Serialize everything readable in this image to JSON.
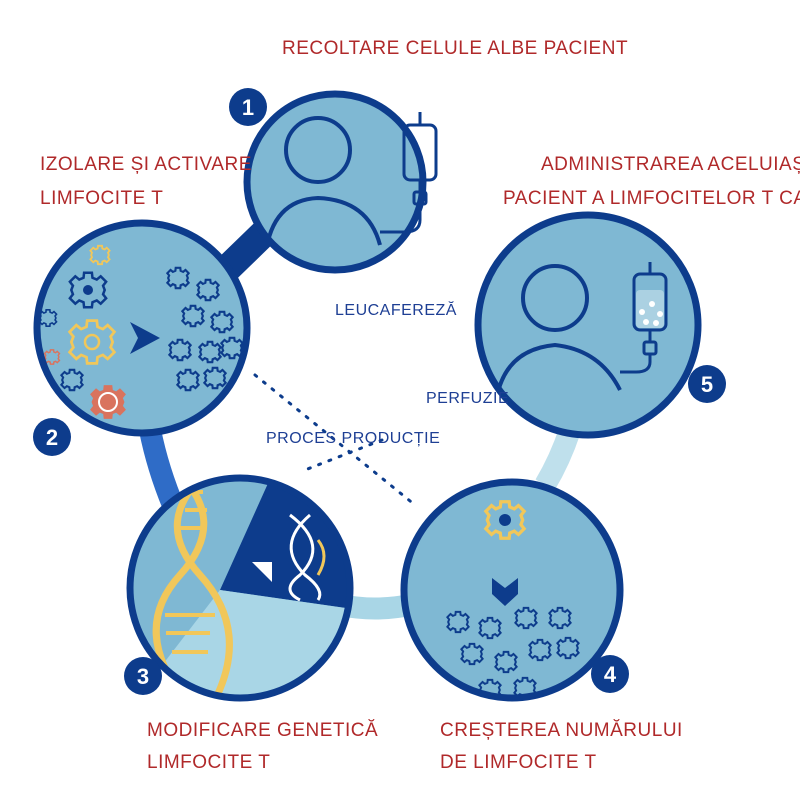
{
  "colors": {
    "navy": "#0d3c8c",
    "light_blue": "#7fb8d3",
    "pale_blue": "#a9d6e6",
    "mid_blue": "#2f6cc7",
    "red": "#b0292a",
    "yellow": "#f1c75a",
    "coral": "#d9735e"
  },
  "steps": [
    {
      "number": "1",
      "title": "RECOLTARE CELULE ALBE PACIENT",
      "icon": "patient-iv-bag-icon"
    },
    {
      "number": "2",
      "title_line1": "IZOLARE ȘI ACTIVARE",
      "title_line2": "LIMFOCITE T",
      "icon": "cells-activation-icon"
    },
    {
      "number": "3",
      "title_line1": "MODIFICARE GENETICĂ",
      "title_line2": "LIMFOCITE T",
      "icon": "dna-icon"
    },
    {
      "number": "4",
      "title_line1": "CREȘTEREA NUMĂRULUI",
      "title_line2": "DE LIMFOCITE T",
      "icon": "cell-expansion-icon"
    },
    {
      "number": "5",
      "title_line1": "ADMINISTRAREA ACELUIAȘI",
      "title_line2": "PACIENT A LIMFOCITELOR T CAR",
      "icon": "patient-infusion-icon"
    }
  ],
  "connector_labels": {
    "leukapheresis": "LEUCAFEREZĂ",
    "infusion": "PERFUZIE",
    "production": "PROCES PRODUCȚIE"
  }
}
